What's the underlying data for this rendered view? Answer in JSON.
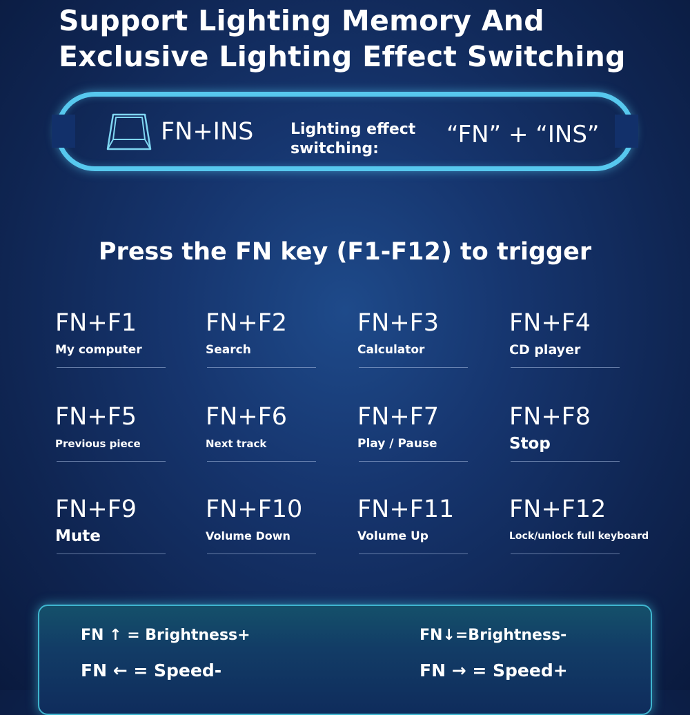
{
  "headline": {
    "line1": "Support Lighting Memory And",
    "line2": "Exclusive Lighting Effect Switching"
  },
  "switch_banner": {
    "key_combo": "FN+INS",
    "label_line1": "Lighting effect",
    "label_line2": "switching:",
    "formula": "“FN”  +  “INS”"
  },
  "section_heading": "Press the FN key (F1-F12) to trigger",
  "fn_keys": [
    {
      "key": "FN+F1",
      "desc": "My computer"
    },
    {
      "key": "FN+F2",
      "desc": "Search"
    },
    {
      "key": "FN+F3",
      "desc": "Calculator"
    },
    {
      "key": "FN+F4",
      "desc": "CD player"
    },
    {
      "key": "FN+F5",
      "desc": "Previous piece"
    },
    {
      "key": "FN+F6",
      "desc": "Next track"
    },
    {
      "key": "FN+F7",
      "desc": "Play / Pause"
    },
    {
      "key": "FN+F8",
      "desc": "Stop"
    },
    {
      "key": "FN+F9",
      "desc": "Mute"
    },
    {
      "key": "FN+F10",
      "desc": "Volume Down"
    },
    {
      "key": "FN+F11",
      "desc": "Volume Up"
    },
    {
      "key": "FN+F12",
      "desc": "Lock/unlock full keyboard"
    }
  ],
  "controls": {
    "brightness_up": "FN ↑ = Brightness+",
    "brightness_down": "FN↓=Brightness-",
    "speed_down": "FN ← = Speed-",
    "speed_up": "FN → = Speed+"
  },
  "colors": {
    "background": "#16356e",
    "accent_glow": "#57c8ee",
    "panel_border": "#3fb5cf",
    "text": "#ffffff"
  },
  "icons": {
    "keycap": "keycap-icon"
  }
}
